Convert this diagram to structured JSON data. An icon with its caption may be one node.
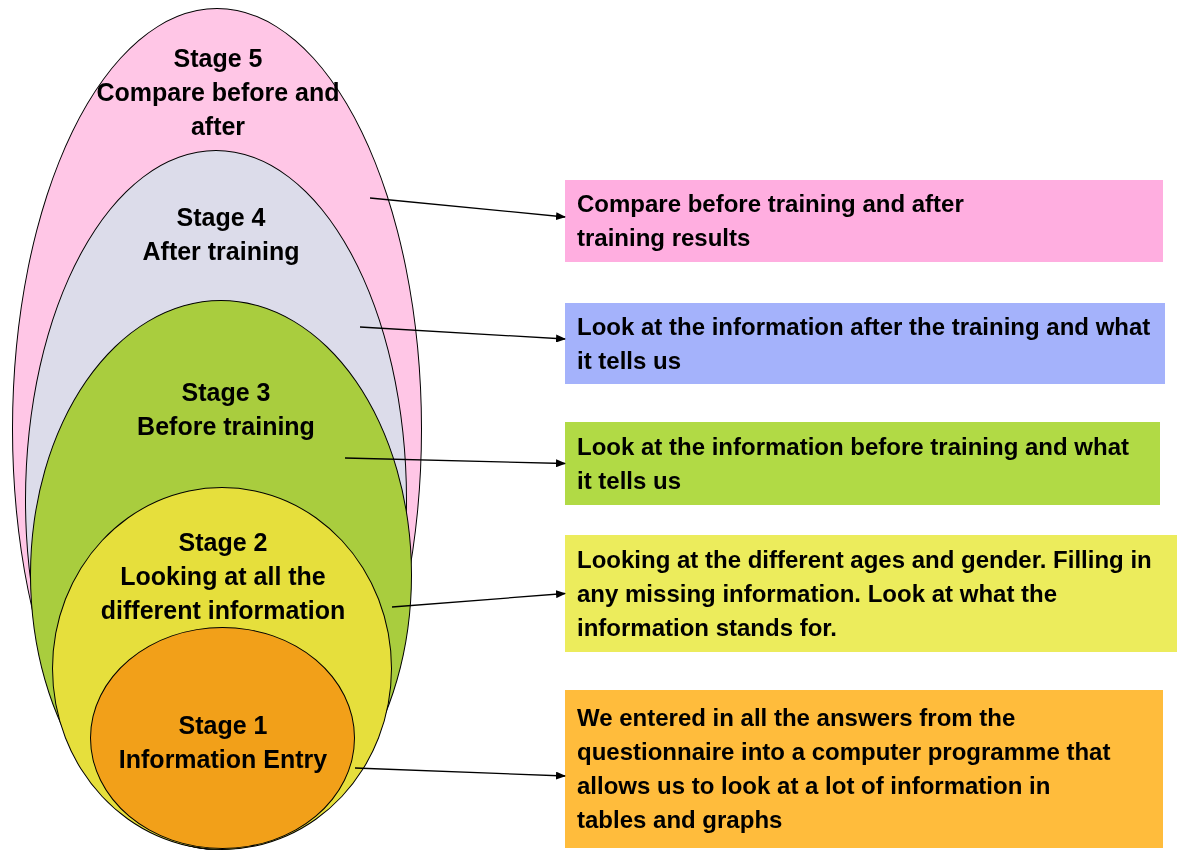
{
  "diagram": {
    "nodes": [
      {
        "text": [
          "Stage 5",
          "Compare before and after"
        ]
      },
      {
        "text": [
          "Stage 4",
          "After training"
        ],
        "in": 0
      },
      {
        "text": [
          "Stage 3",
          "Before training"
        ],
        "in": 1
      },
      {
        "text": [
          "Stage 2",
          "Looking at all the different information"
        ],
        "in": 2
      },
      {
        "text": [
          "Stage 1",
          "Information Entry"
        ],
        "in": 3
      },
      {
        "text": [
          "Compare before training and after training results"
        ]
      },
      {
        "text": [
          "Look at the information after the training and what it tells us"
        ]
      },
      {
        "text": [
          "Look at the information before training and what it tells us"
        ]
      },
      {
        "text": [
          "Looking at the different ages and gender. Filling in any missing information. Look at what the information stands for."
        ]
      },
      {
        "text": [
          "We entered in all the answers from the questionnaire into a computer programme that allows us to look at a lot of information in tables and graphs"
        ]
      }
    ],
    "edges": [
      {
        "from": 0,
        "to": 5,
        "arrow": "to"
      },
      {
        "from": 1,
        "to": 6,
        "arrow": "to"
      },
      {
        "from": 2,
        "to": 7,
        "arrow": "to"
      },
      {
        "from": 3,
        "to": 8,
        "arrow": "to"
      },
      {
        "from": 4,
        "to": 9,
        "arrow": "to"
      }
    ]
  }
}
